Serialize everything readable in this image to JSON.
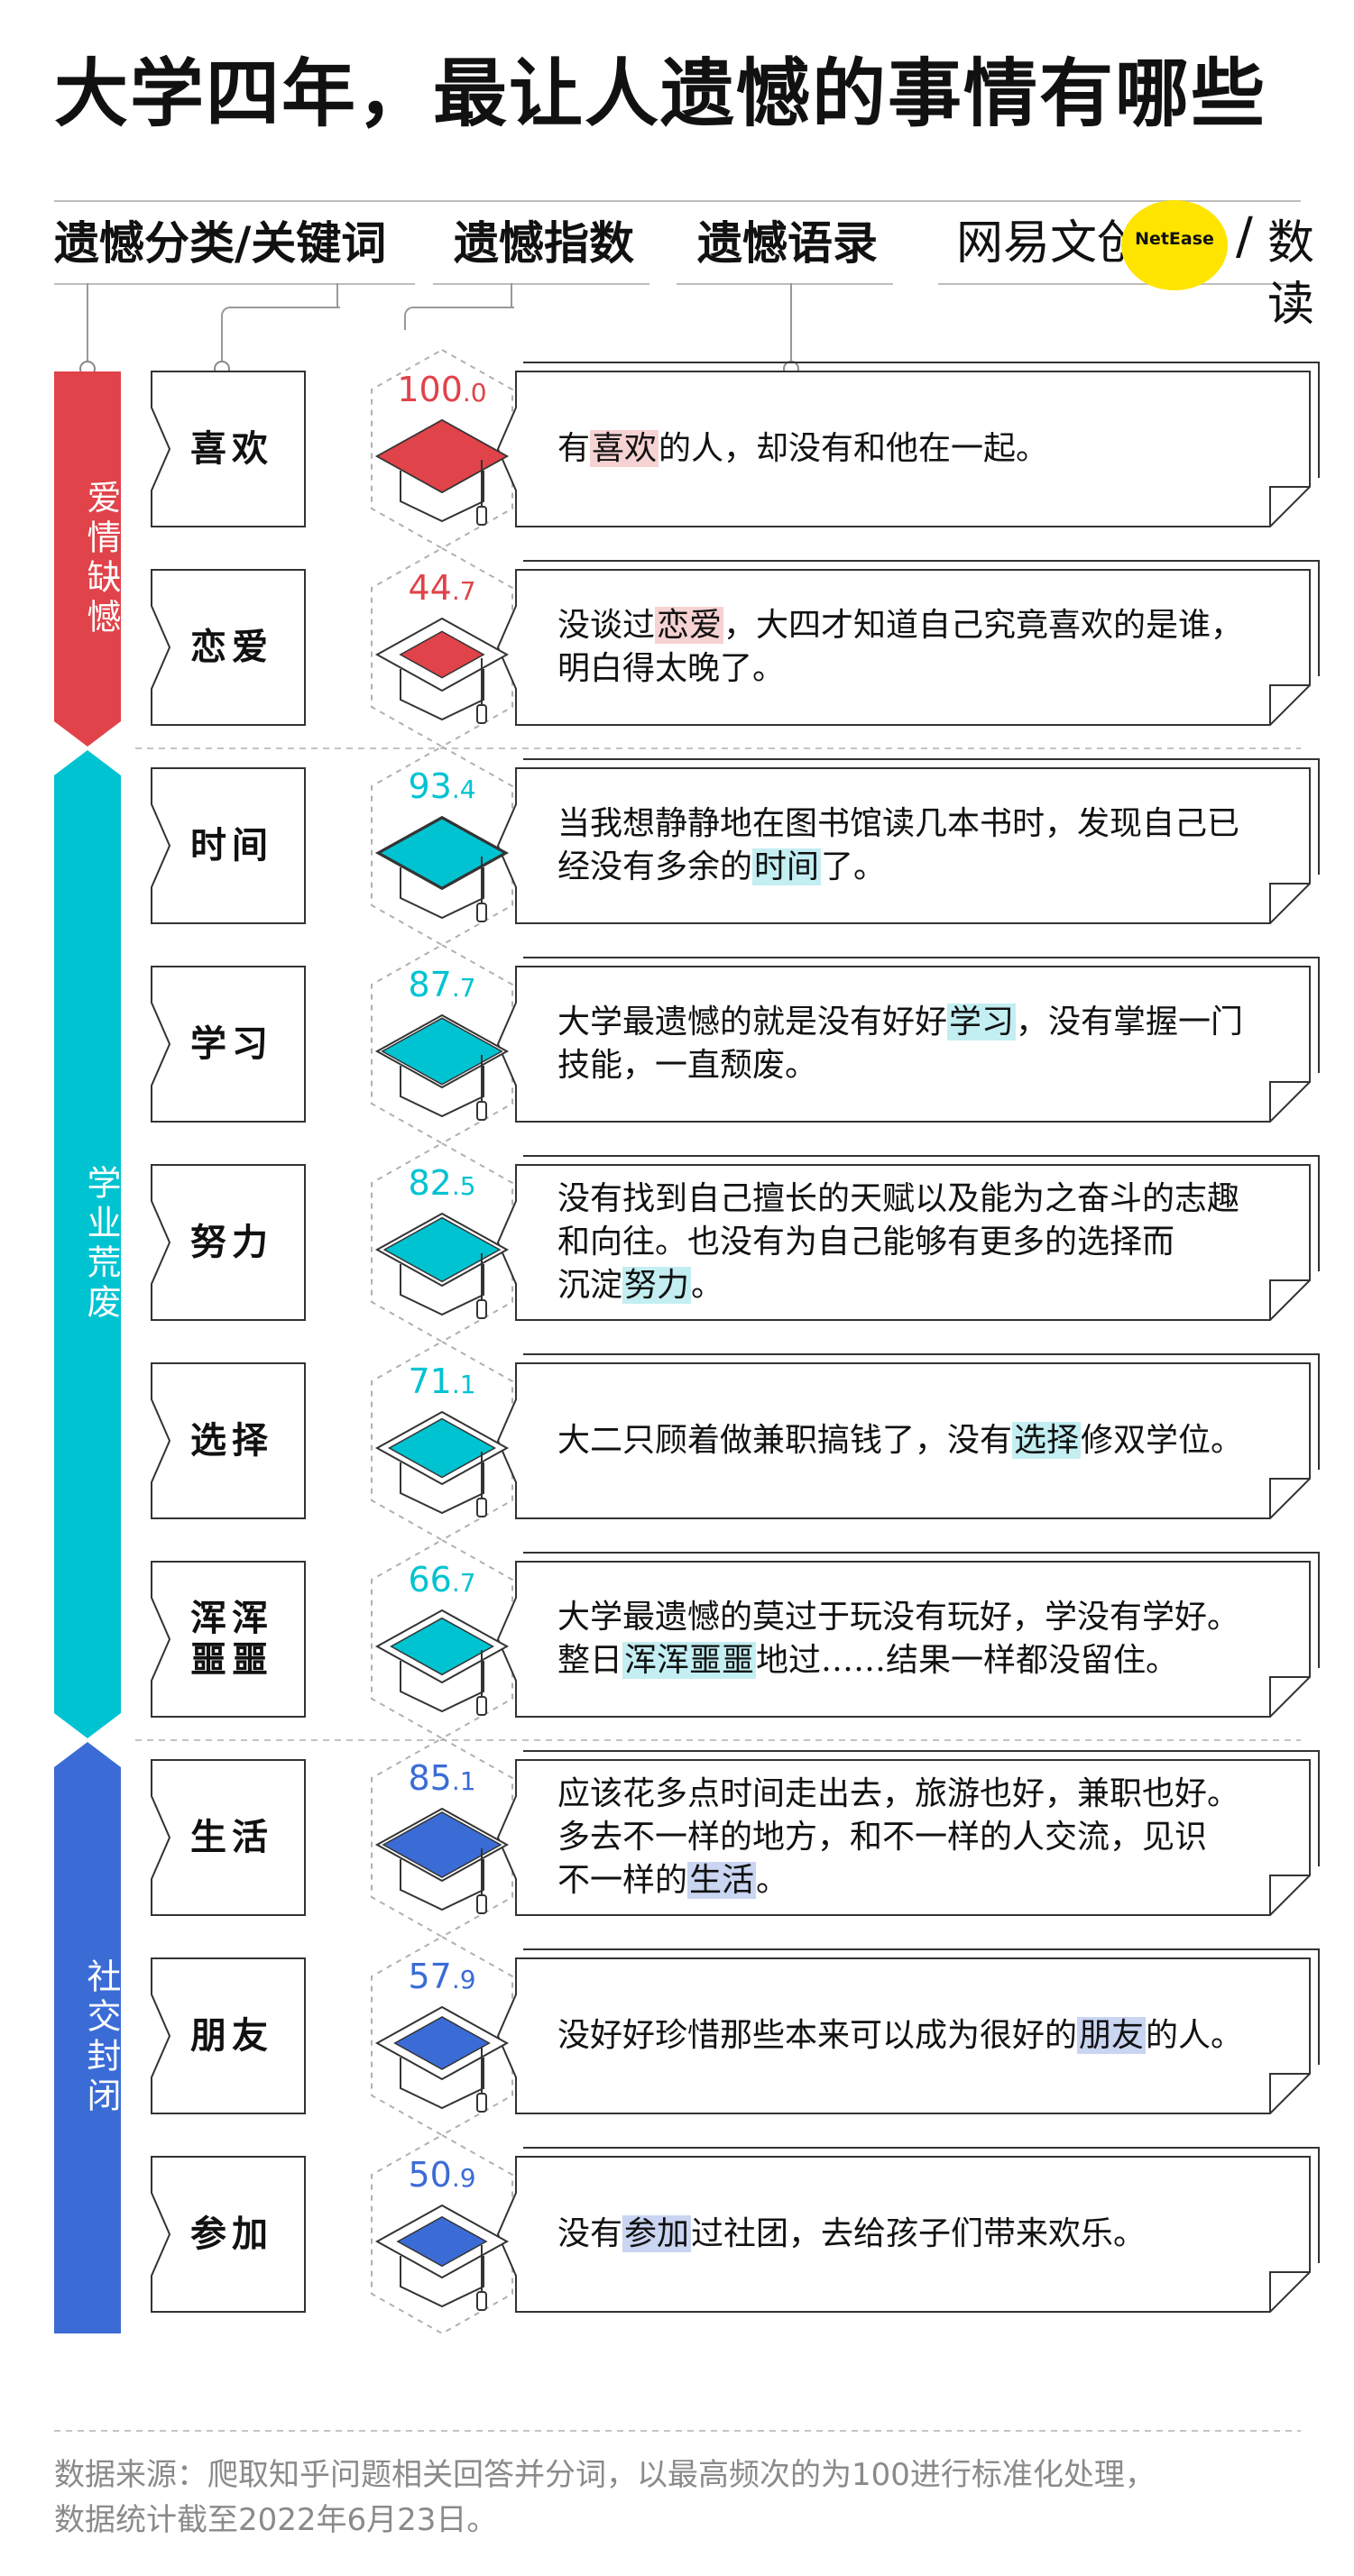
{
  "title": "大学四年，最让人遗憾的事情有哪些",
  "headers": {
    "category_keyword": "遗憾分类/关键词",
    "index": "遗憾指数",
    "quotes": "遗憾语录"
  },
  "logo": {
    "brand_left": "网易文创",
    "brand_mark": "NetEase",
    "brand_right": "数读",
    "accent": "#ffe400"
  },
  "colors": {
    "love": "#e0434a",
    "study": "#00c3d1",
    "social": "#3b6cd6",
    "highlight_love": "#f6d2d2",
    "highlight_study": "#c3eef2",
    "highlight_social": "#c9d5f1"
  },
  "chart_data": {
    "type": "table",
    "scale_max": 100,
    "categories": [
      {
        "name": "爱情缺憾",
        "color": "#e0434a"
      },
      {
        "name": "学业荒废",
        "color": "#00c3d1"
      },
      {
        "name": "社交封闭",
        "color": "#3b6cd6"
      }
    ],
    "rows": [
      {
        "category": 0,
        "keyword": "喜欢",
        "int": "100",
        "dec": ".0",
        "value": 100.0,
        "quote": [
          [
            "有",
            ""
          ],
          [
            "喜欢",
            "hl"
          ],
          [
            "的人，却没有和他在一起。",
            ""
          ]
        ]
      },
      {
        "category": 0,
        "keyword": "恋爱",
        "int": "44",
        "dec": ".7",
        "value": 44.7,
        "quote": [
          [
            "没谈过",
            ""
          ],
          [
            "恋爱",
            "hl"
          ],
          [
            "，大四才知道自己究竟喜欢的是谁，\n明白得太晚了。",
            ""
          ]
        ]
      },
      {
        "category": 1,
        "keyword": "时间",
        "int": "93",
        "dec": ".4",
        "value": 93.4,
        "quote": [
          [
            "当我想静静地在图书馆读几本书时，发现自己已\n经没有多余的",
            ""
          ],
          [
            "时间",
            "hl"
          ],
          [
            "了。",
            ""
          ]
        ]
      },
      {
        "category": 1,
        "keyword": "学习",
        "int": "87",
        "dec": ".7",
        "value": 87.7,
        "quote": [
          [
            "大学最遗憾的就是没有好好",
            ""
          ],
          [
            "学习",
            "hl"
          ],
          [
            "，没有掌握一门\n技能，一直颓废。",
            ""
          ]
        ]
      },
      {
        "category": 1,
        "keyword": "努力",
        "int": "82",
        "dec": ".5",
        "value": 82.5,
        "quote": [
          [
            "没有找到自己擅长的天赋以及能为之奋斗的志趣\n和向往。也没有为自己能够有更多的选择而\n沉淀",
            ""
          ],
          [
            "努力",
            "hl"
          ],
          [
            "。",
            ""
          ]
        ]
      },
      {
        "category": 1,
        "keyword": "选择",
        "int": "71",
        "dec": ".1",
        "value": 71.1,
        "quote": [
          [
            "大二只顾着做兼职搞钱了，没有",
            ""
          ],
          [
            "选择",
            "hl"
          ],
          [
            "修双学位。",
            ""
          ]
        ]
      },
      {
        "category": 1,
        "keyword": "浑浑\n噩噩",
        "int": "66",
        "dec": ".7",
        "value": 66.7,
        "quote": [
          [
            "大学最遗憾的莫过于玩没有玩好，学没有学好。\n整日",
            ""
          ],
          [
            "浑浑噩噩",
            "hl"
          ],
          [
            "地过……结果一样都没留住。",
            ""
          ]
        ]
      },
      {
        "category": 2,
        "keyword": "生活",
        "int": "85",
        "dec": ".1",
        "value": 85.1,
        "quote": [
          [
            "应该花多点时间走出去，旅游也好，兼职也好。\n多去不一样的地方，和不一样的人交流，见识\n不一样的",
            ""
          ],
          [
            "生活",
            "hl"
          ],
          [
            "。",
            ""
          ]
        ]
      },
      {
        "category": 2,
        "keyword": "朋友",
        "int": "57",
        "dec": ".9",
        "value": 57.9,
        "quote": [
          [
            "没好好珍惜那些本来可以成为很好的",
            ""
          ],
          [
            "朋友",
            "hl"
          ],
          [
            "的人。",
            ""
          ]
        ]
      },
      {
        "category": 2,
        "keyword": "参加",
        "int": "50",
        "dec": ".9",
        "value": 50.9,
        "quote": [
          [
            "没有",
            ""
          ],
          [
            "参加",
            "hl"
          ],
          [
            "过社团，去给孩子们带来欢乐。",
            ""
          ]
        ]
      }
    ]
  },
  "footer": "数据来源：爬取知乎问题相关回答并分词，以最高频次的为100进行标准化处理，\n数据统计截至2022年6月23日。"
}
